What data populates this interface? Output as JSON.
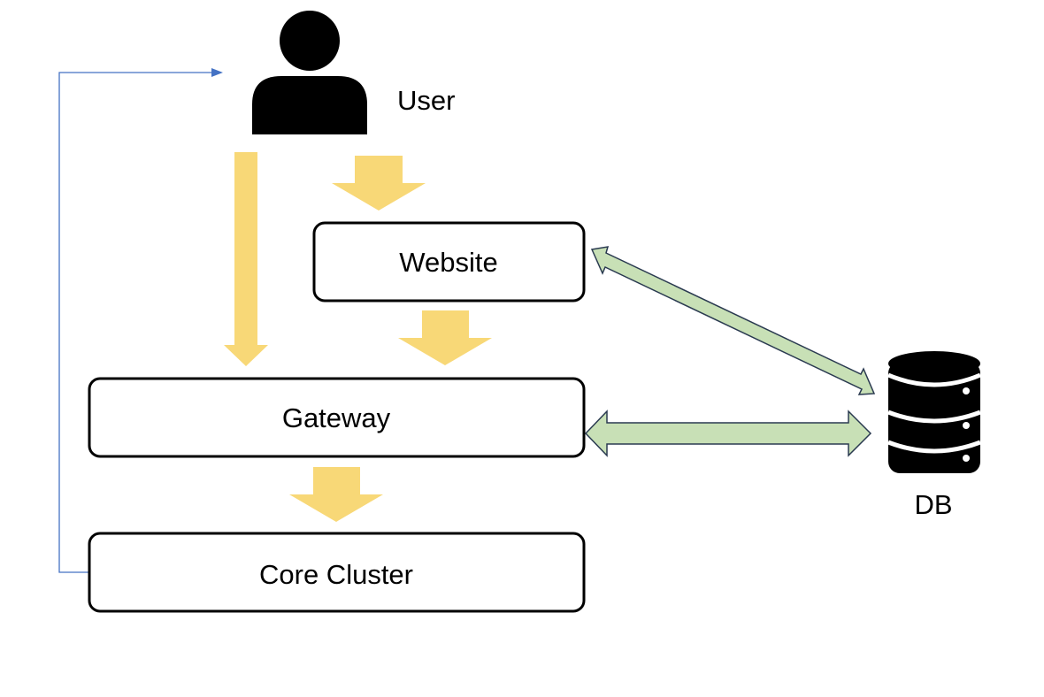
{
  "nodes": {
    "user": {
      "label": "User",
      "icon": "user-icon"
    },
    "website": {
      "label": "Website"
    },
    "gateway": {
      "label": "Gateway"
    },
    "core_cluster": {
      "label": "Core Cluster"
    },
    "db": {
      "label": "DB",
      "icon": "database-icon"
    }
  },
  "edges": [
    {
      "from": "user",
      "to": "website",
      "style": "block-arrow"
    },
    {
      "from": "user",
      "to": "gateway",
      "style": "block-arrow"
    },
    {
      "from": "website",
      "to": "gateway",
      "style": "block-arrow"
    },
    {
      "from": "gateway",
      "to": "core_cluster",
      "style": "block-arrow"
    },
    {
      "from": "website",
      "to": "db",
      "style": "double-arrow"
    },
    {
      "from": "gateway",
      "to": "db",
      "style": "double-arrow"
    },
    {
      "from": "core_cluster",
      "to": "user",
      "style": "line-arrow"
    }
  ],
  "colors": {
    "flow_arrow": "#f8d877",
    "db_arrow_fill": "#c8e0b6",
    "db_arrow_stroke": "#2a3a50",
    "loop_line": "#4472c4",
    "box_stroke": "#000000"
  }
}
